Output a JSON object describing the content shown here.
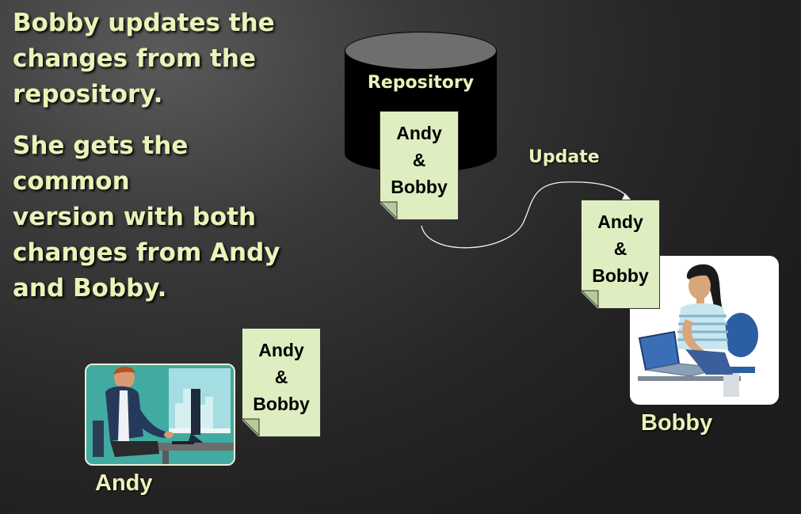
{
  "text": {
    "paragraph1": "Bobby updates the\nchanges from the\nrepository.",
    "paragraph2": "She gets the common\nversion with both\nchanges from Andy\nand Bobby."
  },
  "repository": {
    "label": "Repository"
  },
  "connector": {
    "label": "Update"
  },
  "documents": {
    "repo_doc": {
      "line1": "Andy",
      "line2": "&",
      "line3": "Bobby"
    },
    "bobby_doc": {
      "line1": "Andy",
      "line2": "&",
      "line3": "Bobby"
    },
    "andy_doc": {
      "line1": "Andy",
      "line2": "&",
      "line3": "Bobby"
    }
  },
  "people": {
    "andy": {
      "name": "Andy"
    },
    "bobby": {
      "name": "Bobby"
    }
  },
  "colors": {
    "text_accent": "#eaf3b8",
    "document_fill": "#dfeec0",
    "background": "#2b2b2b"
  }
}
